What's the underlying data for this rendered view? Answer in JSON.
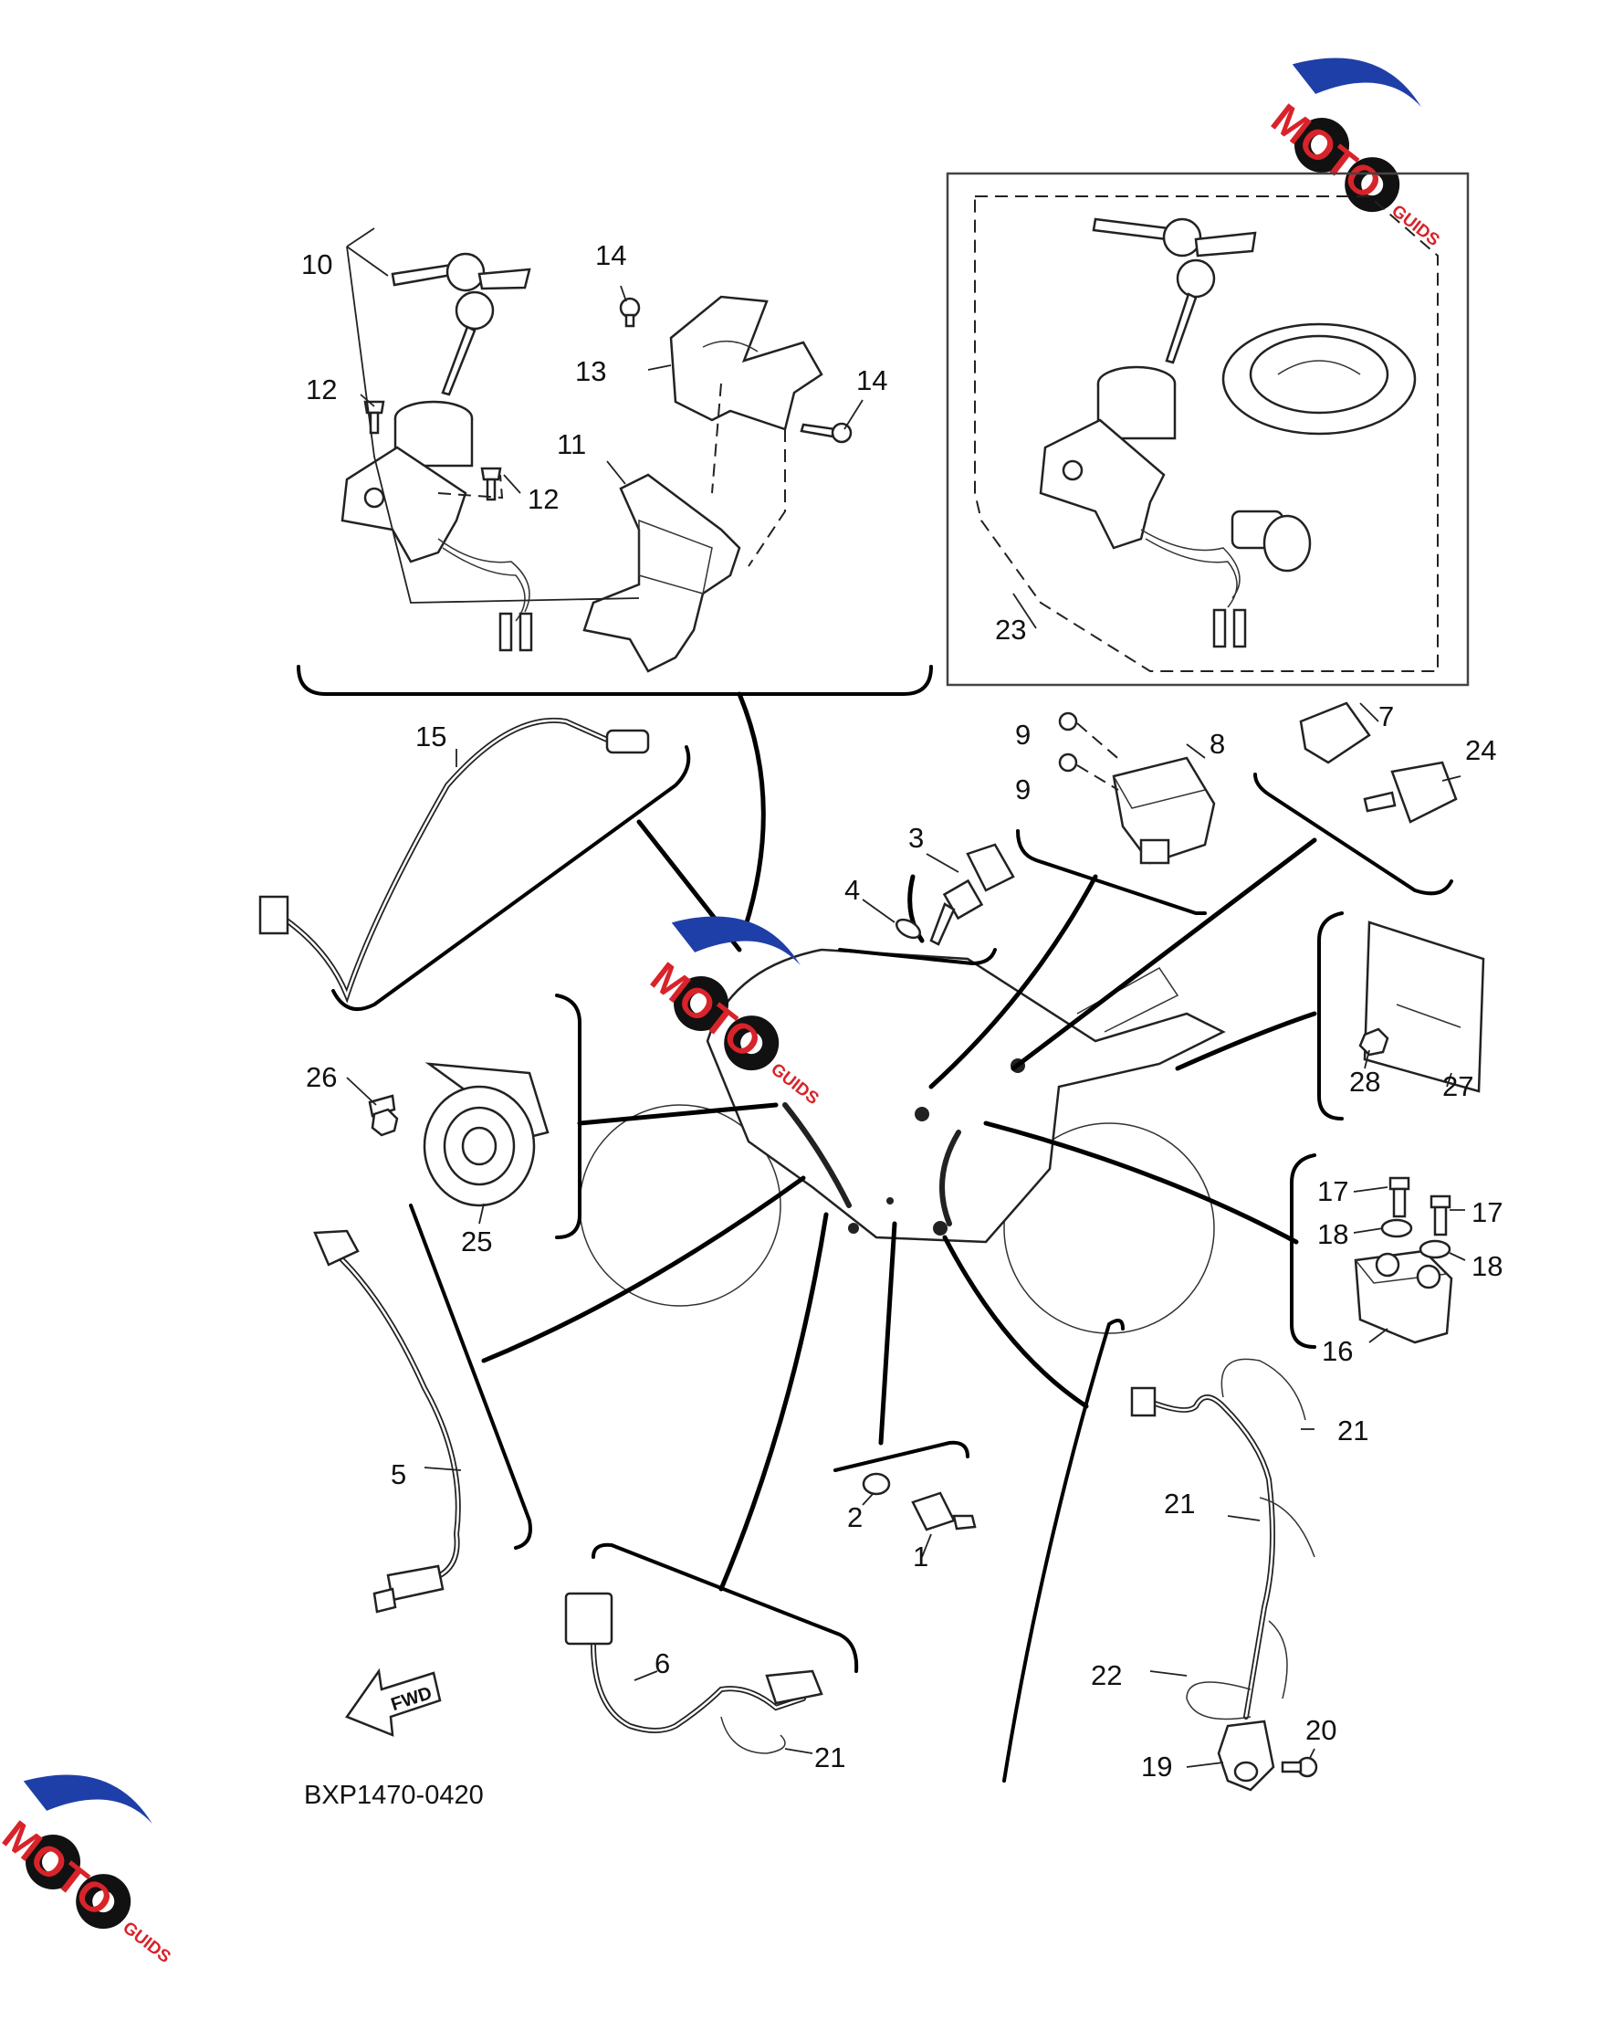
{
  "diagram": {
    "code": "BXP1470-0420",
    "fwd_label": "FWD",
    "callouts": [
      "1",
      "2",
      "3",
      "4",
      "5",
      "6",
      "7",
      "8",
      "9",
      "10",
      "11",
      "12",
      "13",
      "14",
      "15",
      "16",
      "17",
      "18",
      "19",
      "20",
      "21",
      "22",
      "23",
      "24",
      "25",
      "26",
      "27",
      "28"
    ],
    "colors": {
      "line": "#111111",
      "logo_blue": "#1f3fa8",
      "logo_red": "#d8232a",
      "logo_black": "#111111"
    }
  },
  "watermark": {
    "brand_main": "MOTO",
    "brand_sub": "GUIDS"
  }
}
